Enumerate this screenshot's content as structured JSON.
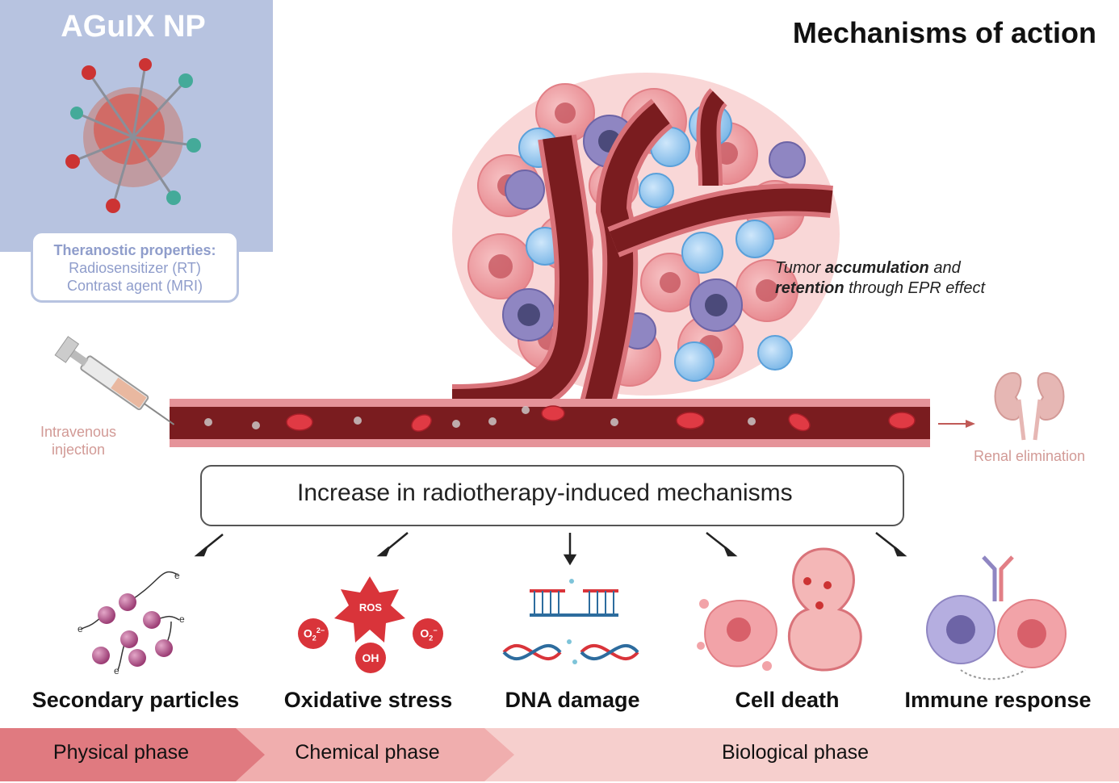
{
  "nanoparticle": {
    "title": "AGuIX NP",
    "properties_heading": "Theranostic properties:",
    "properties": [
      "Radiosensitizer (RT)",
      "Contrast agent (MRI)"
    ]
  },
  "main_title": "Mechanisms of action",
  "epr": {
    "line1_pre": "Tumor ",
    "line1_bold": "accumulation",
    "line1_post": " and",
    "line2_bold": "retention",
    "line2_post": " through EPR effect"
  },
  "injection_label_line1": "Intravenous",
  "injection_label_line2": "injection",
  "renal_label": "Renal elimination",
  "increase_label": "Increase in radiotherapy-induced mechanisms",
  "mechanisms": [
    {
      "label": "Secondary particles"
    },
    {
      "label": "Oxidative stress"
    },
    {
      "label": "DNA damage"
    },
    {
      "label": "Cell death"
    },
    {
      "label": "Immune response"
    }
  ],
  "ros": {
    "center": "ROS",
    "o2_2minus": "O",
    "o2_minus": "O",
    "oh": "OH"
  },
  "electron_label": "e",
  "phases": [
    {
      "label": "Physical phase"
    },
    {
      "label": "Chemical phase"
    },
    {
      "label": "Biological phase"
    }
  ],
  "colors": {
    "panel": "#b7c3e0",
    "vessel_dark": "#7a1c1f",
    "vessel_wall": "#d9737a",
    "phase1": "#e07a80",
    "phase2": "#f0aeae",
    "phase3": "#f6cfcd"
  }
}
